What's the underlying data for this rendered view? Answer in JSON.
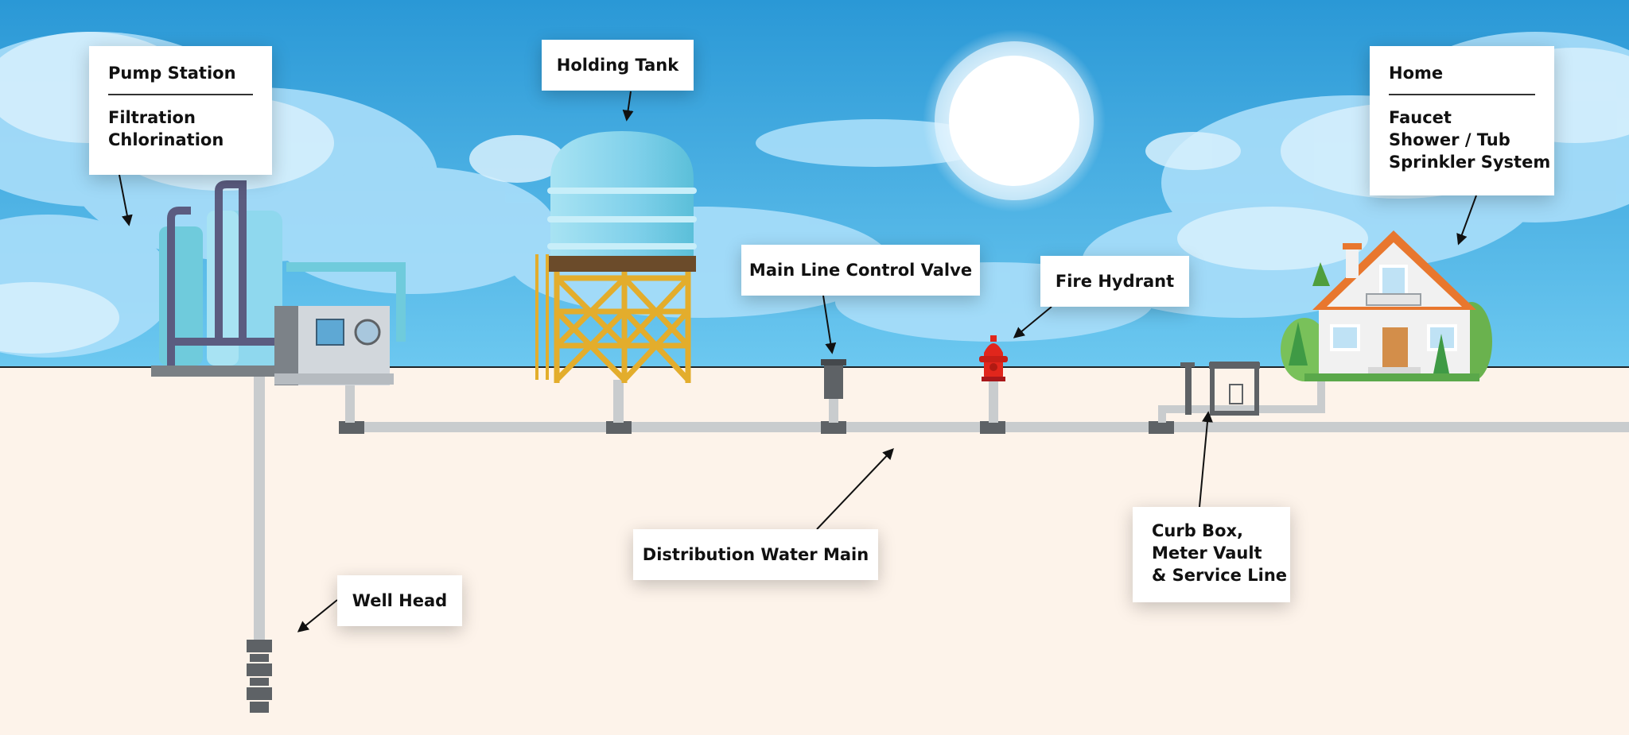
{
  "colors": {
    "sky_top": "#2a98d6",
    "sky_bottom": "#6cc8f0",
    "ground": "#fdf3ea",
    "pipe": "#c9ccce",
    "pipe_dark": "#5e6266",
    "tank_blue": "#8fd8ee",
    "tower_yellow": "#e3ad2c",
    "roof_orange": "#e8772e",
    "hydrant_red": "#e1261c"
  },
  "labels": {
    "pump_station": {
      "title": "Pump Station",
      "items": [
        "Filtration",
        "Chlorination"
      ]
    },
    "holding_tank": "Holding Tank",
    "main_line_control_valve": "Main Line Control Valve",
    "fire_hydrant": "Fire Hydrant",
    "home": {
      "title": "Home",
      "items": [
        "Faucet",
        "Shower / Tub",
        "Sprinkler System"
      ]
    },
    "distribution_water_main": "Distribution Water Main",
    "curb_box": [
      "Curb Box,",
      "Meter Vault",
      "& Service Line"
    ],
    "well_head": "Well Head"
  }
}
